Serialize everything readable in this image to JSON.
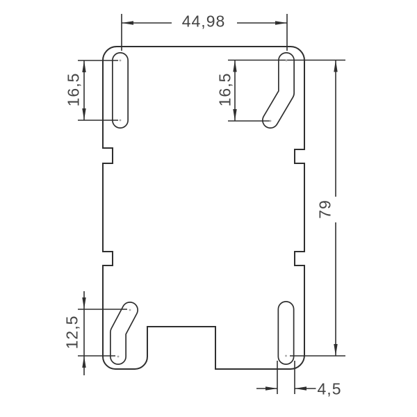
{
  "drawing": {
    "type": "technical-dimension-drawing",
    "subject": "sheet-metal mounting plate outline with four mounting slots",
    "decimal_style": "comma",
    "labels": {
      "top_width": "44,98",
      "top_left_slot_length": "16,5",
      "top_right_slot_length": "16,5",
      "overall_height": "79",
      "bottom_left_slot_length": "12,5",
      "slot_width": "4,5"
    },
    "colors": {
      "line": "#2f2f2f",
      "text": "#454545",
      "background": "#ffffff",
      "center_mark": "#a8a8a8"
    }
  }
}
